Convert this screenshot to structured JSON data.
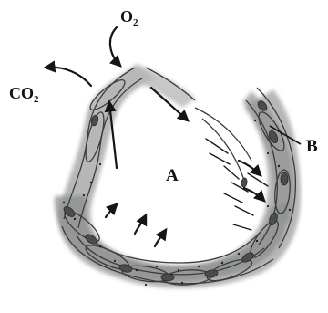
{
  "diagram": {
    "labels": {
      "o2": "O",
      "o2_sub": "2",
      "co2": "CO",
      "co2_sub": "2",
      "a": "A",
      "b": "B"
    }
  }
}
